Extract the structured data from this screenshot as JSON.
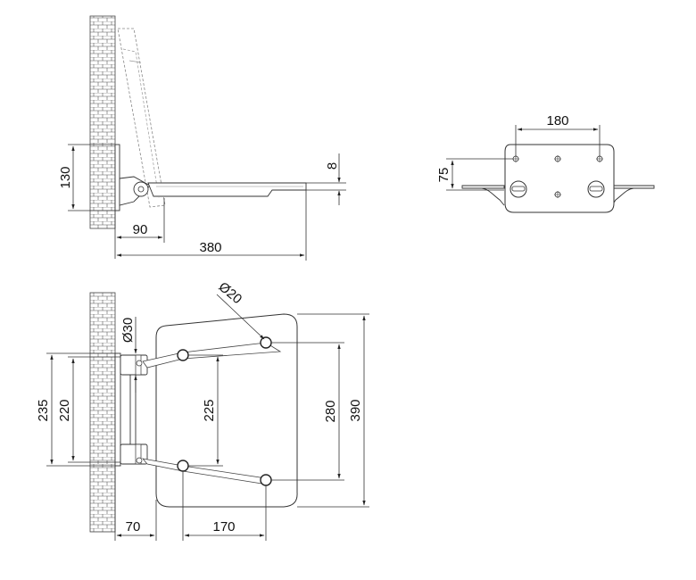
{
  "side_view": {
    "dim_height": "130",
    "dim_thickness": "8",
    "dim_bracket_depth": "90",
    "dim_total_depth": "380"
  },
  "bracket_view": {
    "dim_hole_spacing": "180",
    "dim_vertical_offset": "75"
  },
  "top_view": {
    "dim_hole_diameter": "Ø20",
    "dim_hinge_diameter": "Ø30",
    "dim_outer_height": "235",
    "dim_bracket_height": "220",
    "dim_hole_vertical": "225",
    "dim_seat_inner": "280",
    "dim_seat_depth": "390",
    "dim_wall_offset": "70",
    "dim_hole_horizontal": "170"
  }
}
